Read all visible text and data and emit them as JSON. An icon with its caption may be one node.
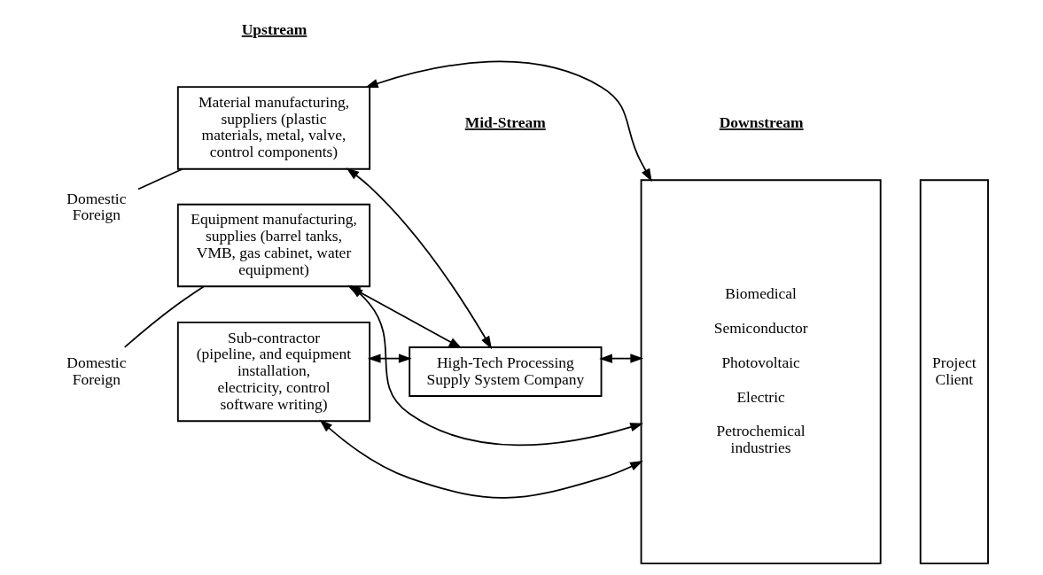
{
  "diagram": {
    "nodes": [
      {
        "text": [
          "Domestic Foreign"
        ]
      },
      {
        "text": [
          "Material manufacturing, suppliers (plastic materials, metal, valve, control components)"
        ]
      },
      {
        "text": [
          "Domestic Foreign"
        ]
      },
      {
        "text": [
          "Equipment manufacturing, supplies (barrel tanks, VMB, gas cabinet, water equipment)"
        ]
      },
      {
        "text": [
          "Sub-contractor (pipeline, and equipment installation, electricity, control software writing)"
        ]
      },
      {
        "text": [
          "High-Tech Processing Supply System Company"
        ]
      },
      {
        "text": [
          "Biomedical",
          "Semiconductor",
          "Photovoltaic",
          "Electric",
          "Petrochemical industries"
        ]
      },
      {
        "text": [
          "Project Client"
        ]
      }
    ],
    "edges": [
      {
        "from": 0,
        "to": 1,
        "arrow": "none"
      },
      {
        "from": 2,
        "to": 3,
        "arrow": "none"
      },
      {
        "from": 5,
        "to": 1,
        "arrow": "both"
      },
      {
        "from": 5,
        "to": 3,
        "arrow": "both"
      },
      {
        "from": 5,
        "to": 4,
        "arrow": "both"
      },
      {
        "from": 5,
        "to": 6,
        "arrow": "both"
      },
      {
        "from": 6,
        "to": 1,
        "arrow": "both"
      },
      {
        "from": 6,
        "to": 3,
        "arrow": "both"
      },
      {
        "from": 6,
        "to": 4,
        "arrow": "both"
      }
    ],
    "labels": [
      "Upstream",
      "Mid-Stream",
      "Downstream"
    ]
  }
}
